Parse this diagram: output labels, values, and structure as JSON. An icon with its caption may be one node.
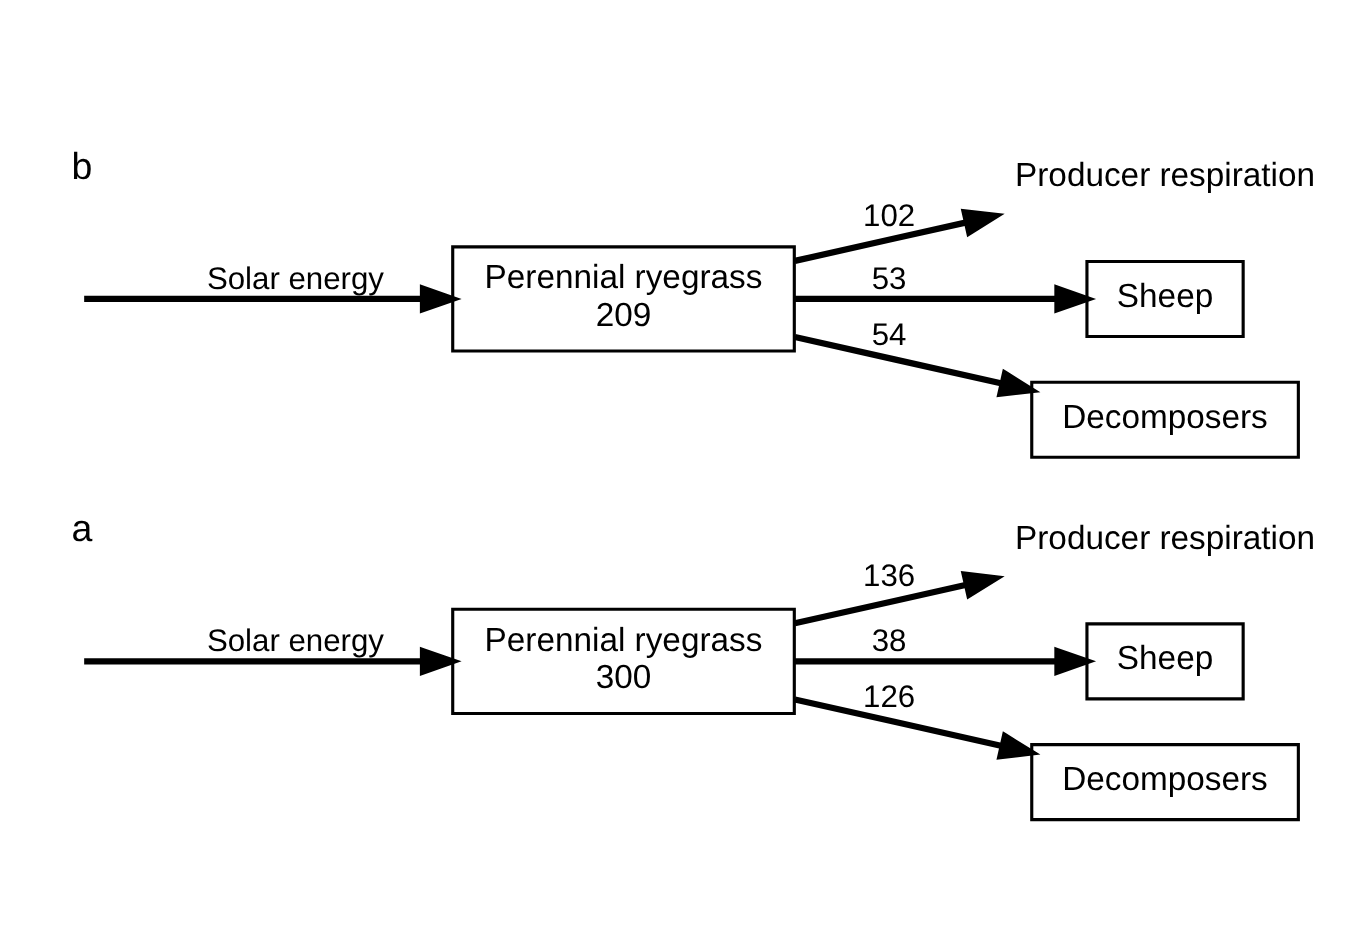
{
  "diagram": {
    "nodes": [
      {
        "text": [
          "Perennial ryegrass",
          "300"
        ]
      },
      {
        "text": [
          "Producer respiration"
        ]
      },
      {
        "text": [
          "Sheep"
        ]
      },
      {
        "text": [
          "Decomposers"
        ]
      },
      {
        "text": [
          "Perennial ryegrass",
          "209"
        ]
      },
      {
        "text": [
          "Producer respiration"
        ]
      },
      {
        "text": [
          "Sheep"
        ]
      },
      {
        "text": [
          "Decomposers"
        ]
      }
    ],
    "edges": [
      {
        "from": null,
        "to": 0,
        "arrow": "to",
        "label": "Solar energy"
      },
      {
        "from": 0,
        "to": 1,
        "arrow": "to",
        "label": "136"
      },
      {
        "from": 0,
        "to": 2,
        "arrow": "to",
        "label": "38"
      },
      {
        "from": 0,
        "to": 3,
        "arrow": "to",
        "label": "126"
      },
      {
        "from": null,
        "to": 4,
        "arrow": "to",
        "label": "Solar energy"
      },
      {
        "from": 4,
        "to": 5,
        "arrow": "to",
        "label": "102"
      },
      {
        "from": 4,
        "to": 6,
        "arrow": "to",
        "label": "53"
      },
      {
        "from": 4,
        "to": 7,
        "arrow": "to",
        "label": "54"
      }
    ],
    "labels": [
      "a",
      "b"
    ]
  }
}
